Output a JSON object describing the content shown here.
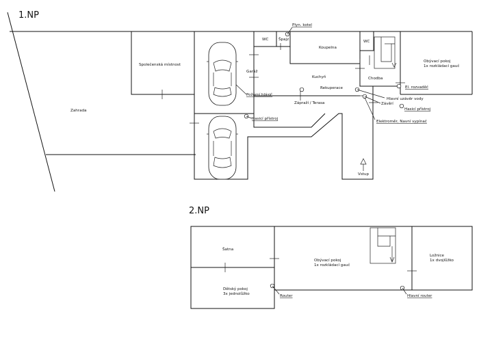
{
  "floor1": {
    "title": "1.NP",
    "garden": "Zahrada",
    "common_room": "Společenská místnost",
    "garage": "Garáž",
    "wc_left": "WC",
    "storage": "Špajz",
    "bathroom": "Koupelna",
    "wc_right": "WC",
    "living_room": [
      "Obývací pokoj",
      "1x rozkládací gauč"
    ],
    "kitchen": "Kuchyň",
    "corridor": "Chodba",
    "porch": "Zápraží / Terasa",
    "gas_boiler": "Plyn. kotel",
    "recuperation": "Rekuperace",
    "fire_valve": "Požární hlásič",
    "extinguisher_garage": "Hasicí přístroj",
    "el_switchboard": "El. rozvaděč",
    "main_water_valve": "Hlavní uzávěr vody",
    "lock": "Závěrí",
    "extinguisher_corridor": "Hasicí přístroj",
    "electrometer": "Elektroměr, Navní vypínač",
    "entrance": "Vstup"
  },
  "floor2": {
    "title": "2.NP",
    "wardrobe": "Šatna",
    "kids_room": [
      "Dětský pokoj",
      "3x jednolůžko"
    ],
    "router_left": "Router",
    "living_room": [
      "Obývací pokoj",
      "1x rozkládací gauč"
    ],
    "bedroom": [
      "Ložnice",
      "1x dvojlůžko"
    ],
    "main_router": "Hlavní router"
  }
}
